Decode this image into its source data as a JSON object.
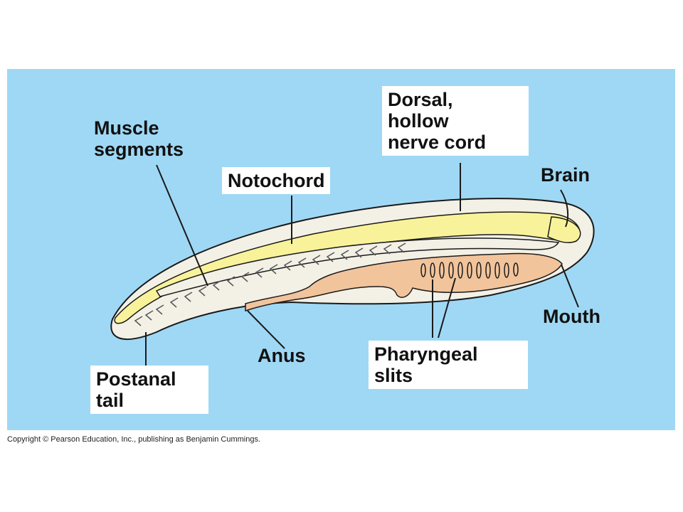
{
  "labels": {
    "dorsal_nerve_cord": "Dorsal,\nhollow\nnerve cord",
    "muscle_segments": "Muscle\nsegments",
    "notochord": "Notochord",
    "brain": "Brain",
    "mouth": "Mouth",
    "anus": "Anus",
    "pharyngeal_slits": "Pharyngeal\nslits",
    "postanal_tail": "Postanal\ntail"
  },
  "copyright": "Copyright © Pearson Education, Inc., publishing as Benjamin Cummings.",
  "colors": {
    "background": "#9fd8f5",
    "body": "#f3f0e6",
    "nerve_cord": "#f8f29a",
    "gut": "#f2c49c",
    "outline": "#1a1a1a"
  },
  "icons": [
    "chordate-body-diagram"
  ]
}
